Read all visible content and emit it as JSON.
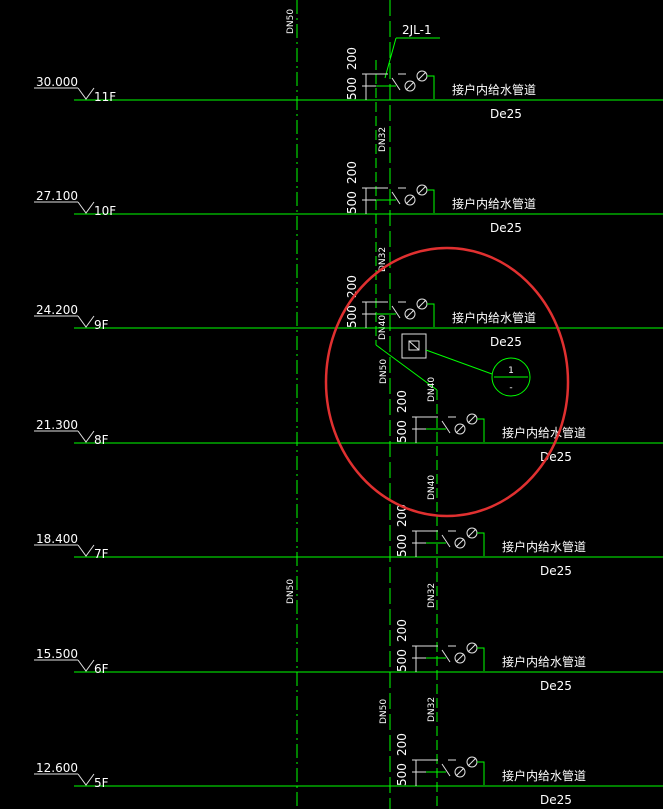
{
  "riser_label": "2JL-1",
  "trunk_pipe_size": "DN50",
  "branch_pipe_sizes": {
    "dn32": "DN32",
    "dn40": "DN40"
  },
  "floors": [
    {
      "elevation": "30.000",
      "floor": "11F",
      "branch_label": "接户内给水管道",
      "branch_size": "De25",
      "dim_upper": "200",
      "dim_lower": "500"
    },
    {
      "elevation": "27.100",
      "floor": "10F",
      "branch_label": "接户内给水管道",
      "branch_size": "De25",
      "dim_upper": "200",
      "dim_lower": "500"
    },
    {
      "elevation": "24.200",
      "floor": "9F",
      "branch_label": "接户内给水管道",
      "branch_size": "De25",
      "dim_upper": "200",
      "dim_lower": "500"
    },
    {
      "elevation": "21.300",
      "floor": "8F",
      "branch_label": "接户内给水管道",
      "branch_size": "De25",
      "dim_upper": "200",
      "dim_lower": "500"
    },
    {
      "elevation": "18.400",
      "floor": "7F",
      "branch_label": "接户内给水管道",
      "branch_size": "De25",
      "dim_upper": "200",
      "dim_lower": "500"
    },
    {
      "elevation": "15.500",
      "floor": "6F",
      "branch_label": "接户内给水管道",
      "branch_size": "De25",
      "dim_upper": "200",
      "dim_lower": "500"
    },
    {
      "elevation": "12.600",
      "floor": "5F",
      "branch_label": "接户内给水管道",
      "branch_size": "De25",
      "dim_upper": "200",
      "dim_lower": "500"
    }
  ],
  "detail_callout": {
    "number": "1",
    "sheet": "-"
  },
  "colors": {
    "background": "#000000",
    "pipe": "#00ff00",
    "text": "#ffffff",
    "highlight": "#e03030"
  }
}
